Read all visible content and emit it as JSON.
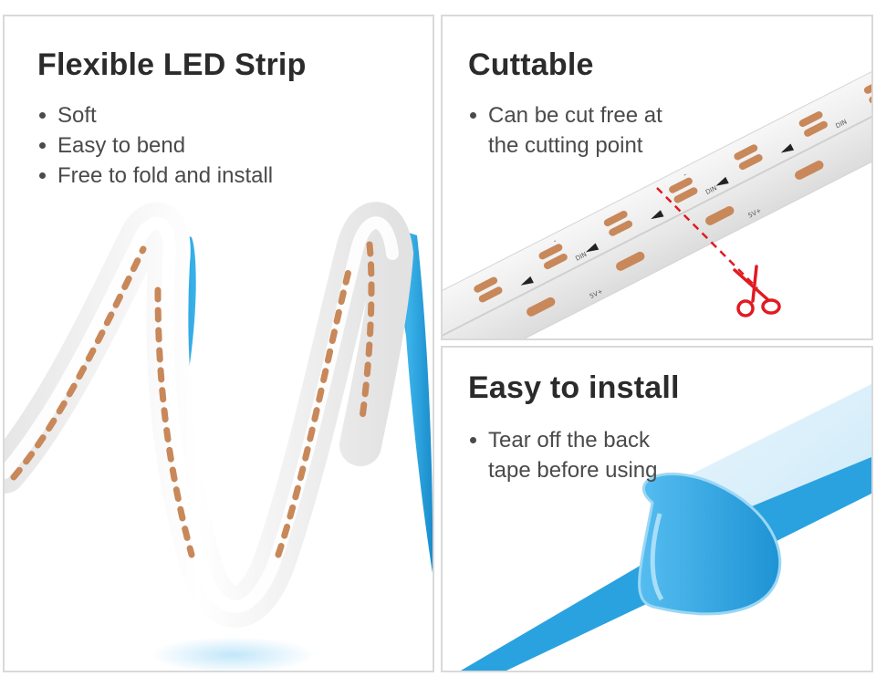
{
  "panels": [
    {
      "title": "Flexible LED Strip",
      "bullets": [
        "Soft",
        "Easy to bend",
        "Free to fold and install"
      ]
    },
    {
      "title": "Cuttable",
      "bullets": [
        "Can be cut free at the cutting point"
      ],
      "strip_labels": {
        "data_in": "DIN",
        "power": "5V+",
        "ground": "-"
      }
    },
    {
      "title": "Easy to install",
      "bullets": [
        "Tear off the back tape before using"
      ]
    }
  ],
  "colors": {
    "strip_white": "#f3f3f3",
    "led_amber": "#c8885a",
    "backing_blue": "#2aa2e0",
    "cut_line_red": "#e01b22",
    "text_dark": "#2b2b2b",
    "text_body": "#4a4a4a",
    "panel_border": "#d9d9d9"
  },
  "icons": {
    "cut_tool": "scissors-icon",
    "direction": "arrow-icon"
  }
}
